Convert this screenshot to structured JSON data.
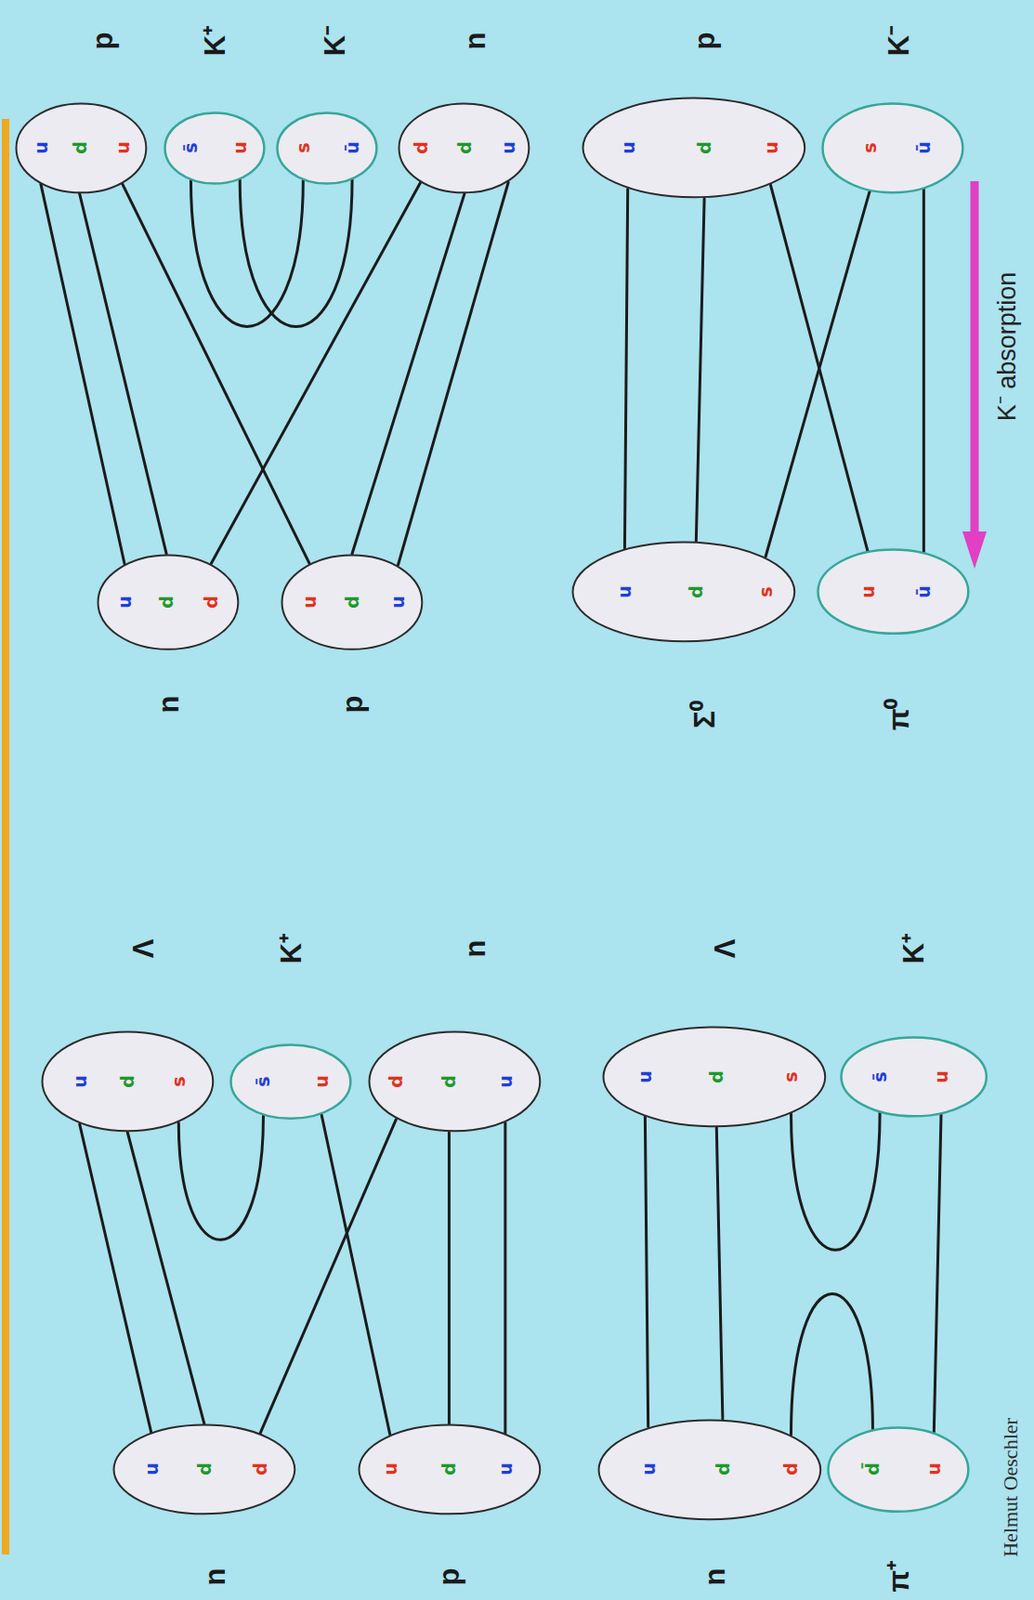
{
  "diagram": {
    "nodes": [
      {
        "text": [
          "p",
          "u",
          "d",
          "u"
        ]
      },
      {
        "text": [
          "K⁺",
          "s̄",
          "u"
        ]
      },
      {
        "text": [
          "K⁻",
          "s",
          "ū"
        ]
      },
      {
        "text": [
          "n",
          "d",
          "d",
          "u"
        ]
      },
      {
        "text": [
          "n",
          "u",
          "d",
          "d"
        ]
      },
      {
        "text": [
          "p",
          "u",
          "d",
          "u"
        ]
      },
      {
        "text": [
          "p",
          "u",
          "d",
          "u"
        ]
      },
      {
        "text": [
          "K⁻",
          "s",
          "ū"
        ]
      },
      {
        "text": [
          "Σ⁰",
          "u",
          "d",
          "s"
        ]
      },
      {
        "text": [
          "π⁰",
          "u",
          "ū"
        ]
      },
      {
        "text": [
          "Λ",
          "u",
          "d",
          "s"
        ]
      },
      {
        "text": [
          "K⁺",
          "s̄",
          "u"
        ]
      },
      {
        "text": [
          "n",
          "d",
          "d",
          "u"
        ]
      },
      {
        "text": [
          "n",
          "u",
          "d",
          "d"
        ]
      },
      {
        "text": [
          "p",
          "u",
          "d",
          "u"
        ]
      },
      {
        "text": [
          "Λ",
          "u",
          "d",
          "s"
        ]
      },
      {
        "text": [
          "K⁺",
          "s̄",
          "u"
        ]
      },
      {
        "text": [
          "n",
          "u",
          "d",
          "d"
        ]
      },
      {
        "text": [
          "π⁺",
          "d̄",
          "u"
        ]
      }
    ],
    "edges": [
      {
        "from": 0,
        "to": 4,
        "arrow": "none"
      },
      {
        "from": 0,
        "to": 4,
        "arrow": "none"
      },
      {
        "from": 0,
        "to": 5,
        "arrow": "none"
      },
      {
        "from": 3,
        "to": 4,
        "arrow": "none"
      },
      {
        "from": 3,
        "to": 5,
        "arrow": "none"
      },
      {
        "from": 3,
        "to": 5,
        "arrow": "none"
      },
      {
        "from": 1,
        "to": 2,
        "arrow": "none"
      },
      {
        "from": 1,
        "to": 2,
        "arrow": "none"
      },
      {
        "from": 6,
        "to": 8,
        "arrow": "none"
      },
      {
        "from": 6,
        "to": 8,
        "arrow": "none"
      },
      {
        "from": 6,
        "to": 9,
        "arrow": "none"
      },
      {
        "from": 7,
        "to": 8,
        "arrow": "none"
      },
      {
        "from": 7,
        "to": 9,
        "arrow": "none"
      },
      {
        "from": 13,
        "to": 10,
        "arrow": "none"
      },
      {
        "from": 13,
        "to": 10,
        "arrow": "none"
      },
      {
        "from": 13,
        "to": 12,
        "arrow": "none"
      },
      {
        "from": 14,
        "to": 11,
        "arrow": "none"
      },
      {
        "from": 14,
        "to": 12,
        "arrow": "none"
      },
      {
        "from": 14,
        "to": 12,
        "arrow": "none"
      },
      {
        "from": 10,
        "to": 11,
        "arrow": "none"
      },
      {
        "from": 17,
        "to": 15,
        "arrow": "none"
      },
      {
        "from": 17,
        "to": 15,
        "arrow": "none"
      },
      {
        "from": 15,
        "to": 16,
        "arrow": "none"
      },
      {
        "from": 17,
        "to": 18,
        "arrow": "none"
      },
      {
        "from": 18,
        "to": 16,
        "arrow": "none"
      }
    ],
    "labels": [
      "K⁻ absorption",
      "Helmut Oeschler"
    ]
  }
}
